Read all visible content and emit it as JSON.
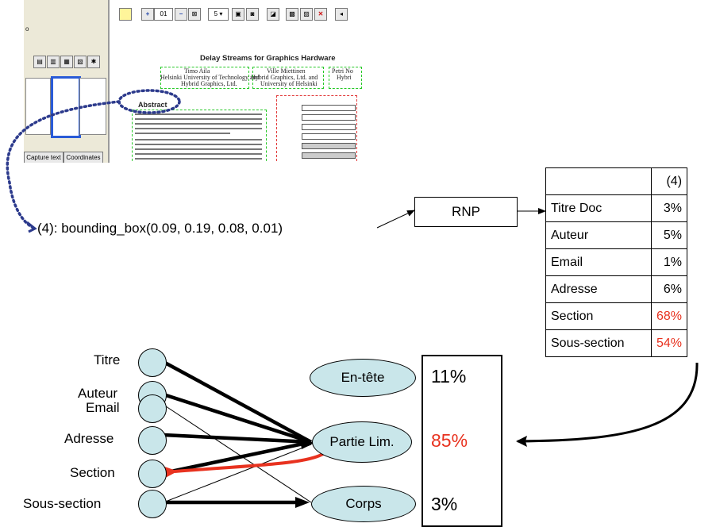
{
  "screenshot": {
    "toolbar_page": "01",
    "toolbar_zoom": "5",
    "doc_title": "Delay Streams for Graphics Hardware",
    "authors": [
      {
        "name": "Timo Aila",
        "affil": "Helsinki University of Technology and",
        "affil2": "Hybrid Graphics, Ltd."
      },
      {
        "name": "Ville Miettinen",
        "affil": "Hybrid Graphics, Ltd. and",
        "affil2": "University of Helsinki"
      },
      {
        "name": "Petri No",
        "affil": "Hybri",
        "affil2": ""
      }
    ],
    "abstract_label": "Abstract",
    "tabs": [
      "Capture text",
      "Coordinates"
    ]
  },
  "diagram": {
    "bbox_label": "(4): bounding_box(0.09, 0.19, 0.08, 0.01)",
    "rnp_label": "RNP",
    "table": {
      "header": [
        "",
        "(4)"
      ],
      "rows": [
        {
          "label": "Titre Doc",
          "value": "3%",
          "highlight": false
        },
        {
          "label": "Auteur",
          "value": "5%",
          "highlight": false
        },
        {
          "label": "Email",
          "value": "1%",
          "highlight": false
        },
        {
          "label": "Adresse",
          "value": "6%",
          "highlight": false
        },
        {
          "label": "Section",
          "value": "68%",
          "highlight": true
        },
        {
          "label": "Sous-section",
          "value": "54%",
          "highlight": true
        }
      ]
    },
    "inputs": [
      "Titre",
      "Auteur",
      "Email",
      "Adresse",
      "Section",
      "Sous-section"
    ],
    "outputs": [
      "En-tête",
      "Partie Lim.",
      "Corps"
    ],
    "results": [
      "11%",
      "85%",
      "3%"
    ],
    "colors": {
      "highlight": "#e8321f",
      "node_fill": "#c9e6ea",
      "dotted": "#2c3a8c",
      "focus_border": "#2a5bd7"
    }
  }
}
